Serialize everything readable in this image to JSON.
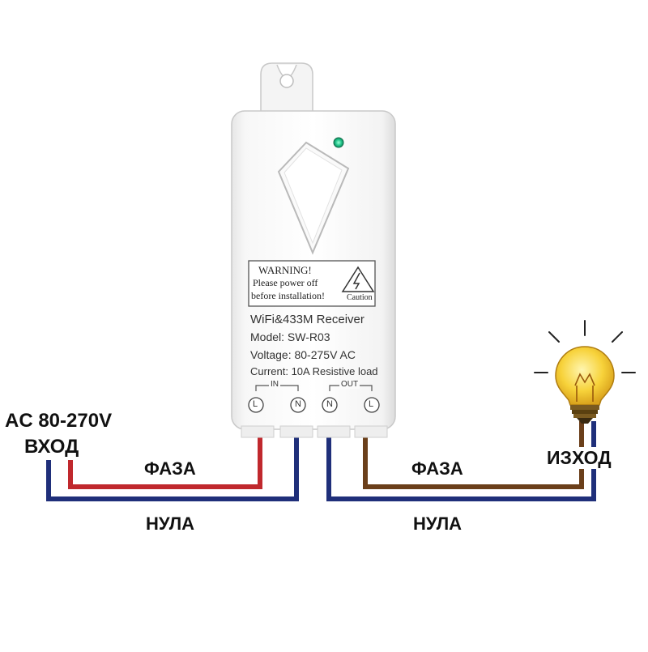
{
  "source": {
    "line1": "AC 80-270V",
    "line2": "ВХОД"
  },
  "output_label": "ИЗХОД",
  "wires": {
    "in_phase": "ФАЗА",
    "in_neutral": "НУЛА",
    "out_phase": "ФАЗА",
    "out_neutral": "НУЛА"
  },
  "device": {
    "warning": {
      "title": "WARNING!",
      "line1": "Please power off",
      "line2": "before installation!",
      "caution": "Caution"
    },
    "product": "WiFi&433M Receiver",
    "model": "Model: SW-R03",
    "voltage": "Voltage: 80-275V AC",
    "current": "Current: 10A Resistive load",
    "in_label": "IN",
    "out_label": "OUT",
    "terminals": [
      "L",
      "N",
      "N",
      "L"
    ]
  },
  "colors": {
    "phase_in": "#c0282d",
    "neutral": "#1f2f7a",
    "phase_out": "#6b3f1a",
    "led": "#22c48a",
    "bulb": "#f7d23a"
  }
}
